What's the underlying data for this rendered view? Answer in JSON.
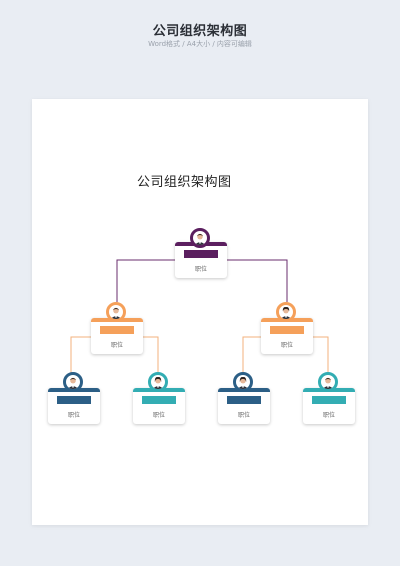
{
  "header": {
    "title": "公司组织架构图",
    "subtitle": "Word格式 / A4大小 / 内容可编辑"
  },
  "document": {
    "title": "公司组织架构图"
  },
  "org": {
    "top": {
      "position": "职位",
      "color": "#5b1f5f"
    },
    "mid_left": {
      "position": "职位",
      "color": "#f5a05a"
    },
    "mid_right": {
      "position": "职位",
      "color": "#f5a05a"
    },
    "bottom_1": {
      "position": "职位",
      "color": "#2c5f86"
    },
    "bottom_2": {
      "position": "职位",
      "color": "#33adb3"
    },
    "bottom_3": {
      "position": "职位",
      "color": "#2c5f86"
    },
    "bottom_4": {
      "position": "职位",
      "color": "#33adb3"
    }
  },
  "colors": {
    "connector_top": "#6a2d6e",
    "connector_mid": "#f3b27c",
    "page_background": "#e9edf3",
    "paper": "#ffffff"
  }
}
